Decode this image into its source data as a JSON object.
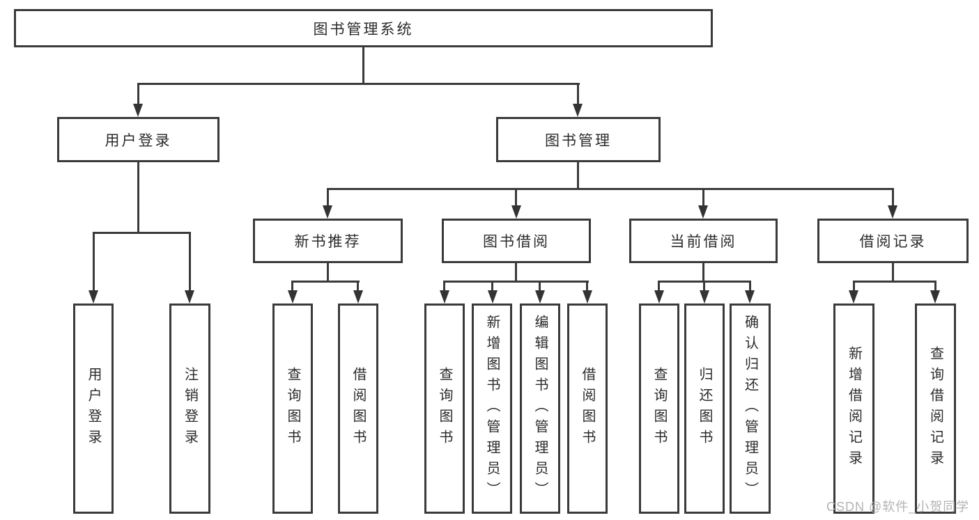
{
  "diagram": {
    "root": {
      "label": "图书管理系统"
    },
    "level2": [
      {
        "label": "用户登录"
      },
      {
        "label": "图书管理"
      }
    ],
    "level3": [
      {
        "label": "新书推荐"
      },
      {
        "label": "图书借阅"
      },
      {
        "label": "当前借阅"
      },
      {
        "label": "借阅记录"
      }
    ],
    "login_children": [
      "用户登录",
      "注销登录"
    ],
    "recommend_children": [
      "查询图书",
      "借阅图书"
    ],
    "borrow_children": [
      "查询图书",
      "新增图书（管理员）",
      "编辑图书（管理员）",
      "借阅图书"
    ],
    "current_children": [
      "查询图书",
      "归还图书",
      "确认归还（管理员）"
    ],
    "record_children": [
      "新增借阅记录",
      "查询借阅记录"
    ],
    "colors": {
      "line": "#3a3a3a",
      "text": "#2b2b2b",
      "background": "#ffffff",
      "watermark": "#b3b3b3"
    },
    "watermark": "CSDN @软件_小贺同学"
  }
}
